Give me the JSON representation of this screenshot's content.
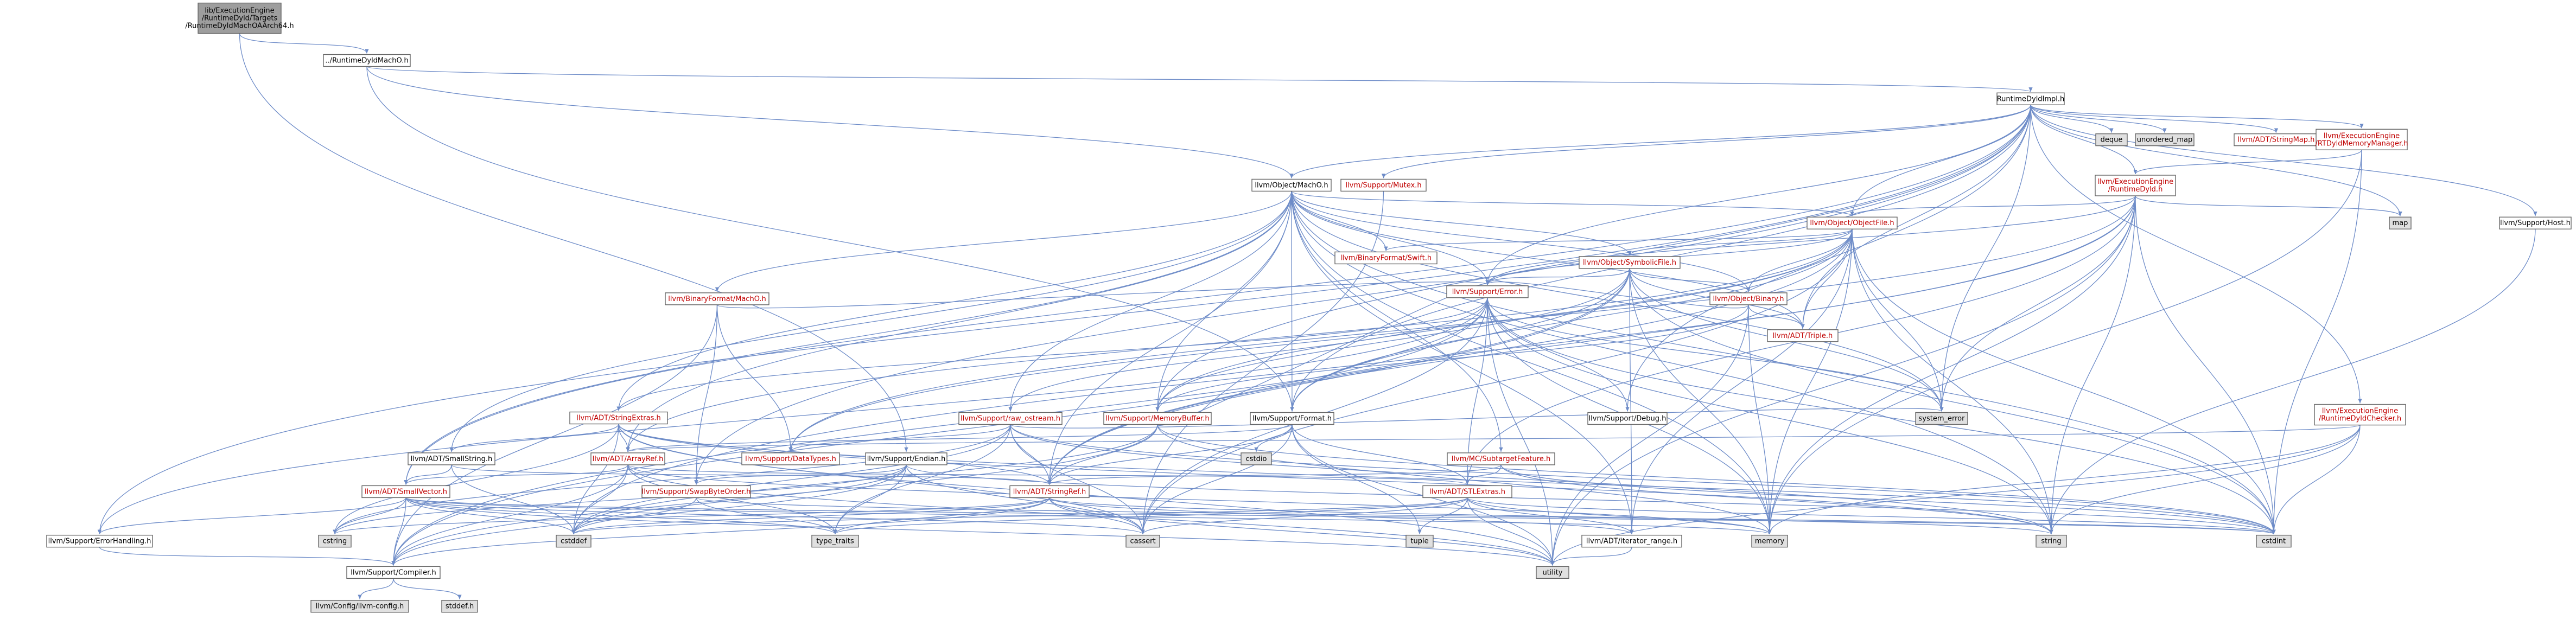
{
  "colors": {
    "edge": "#6e8cc8",
    "node_border": "#666666",
    "fill_root": "#9e9e9e",
    "fill_plain": "#ffffff",
    "fill_system": "#e0e0e0",
    "text_plain": "#000000",
    "text_red": "#c00000"
  },
  "nodes": [
    {
      "id": "root",
      "label": "lib/ExecutionEngine\n/RuntimeDyld/Targets\n/RuntimeDyldMachOAArch64.h",
      "kind": "root"
    },
    {
      "id": "rdmacho",
      "label": "../RuntimeDyldMachO.h",
      "kind": "plain"
    },
    {
      "id": "rdimpl",
      "label": "RuntimeDyldImpl.h",
      "kind": "plain"
    },
    {
      "id": "deque",
      "label": "deque",
      "kind": "system"
    },
    {
      "id": "unordered_map",
      "label": "unordered_map",
      "kind": "system"
    },
    {
      "id": "stringmap",
      "label": "llvm/ADT/StringMap.h",
      "kind": "link"
    },
    {
      "id": "rtdyldmm",
      "label": "llvm/ExecutionEngine\n/RTDyldMemoryManager.h",
      "kind": "link"
    },
    {
      "id": "host",
      "label": "llvm/Support/Host.h",
      "kind": "plain"
    },
    {
      "id": "objmacho",
      "label": "llvm/Object/MachO.h",
      "kind": "plain"
    },
    {
      "id": "mutex",
      "label": "llvm/Support/Mutex.h",
      "kind": "link"
    },
    {
      "id": "rtdyld",
      "label": "llvm/ExecutionEngine\n/RuntimeDyld.h",
      "kind": "link"
    },
    {
      "id": "map",
      "label": "map",
      "kind": "system"
    },
    {
      "id": "objfile",
      "label": "llvm/Object/ObjectFile.h",
      "kind": "link"
    },
    {
      "id": "swift",
      "label": "llvm/BinaryFormat/Swift.h",
      "kind": "link"
    },
    {
      "id": "symfile",
      "label": "llvm/Object/SymbolicFile.h",
      "kind": "link"
    },
    {
      "id": "binfmtmacho",
      "label": "llvm/BinaryFormat/MachO.h",
      "kind": "link"
    },
    {
      "id": "binary",
      "label": "llvm/Object/Binary.h",
      "kind": "link"
    },
    {
      "id": "triple",
      "label": "llvm/ADT/Triple.h",
      "kind": "link"
    },
    {
      "id": "error",
      "label": "llvm/Support/Error.h",
      "kind": "link"
    },
    {
      "id": "checker",
      "label": "llvm/ExecutionEngine\n/RuntimeDyldChecker.h",
      "kind": "link"
    },
    {
      "id": "strext",
      "label": "llvm/ADT/StringExtras.h",
      "kind": "link"
    },
    {
      "id": "rawostream",
      "label": "llvm/Support/raw_ostream.h",
      "kind": "link"
    },
    {
      "id": "membuf",
      "label": "llvm/Support/MemoryBuffer.h",
      "kind": "link"
    },
    {
      "id": "format",
      "label": "llvm/Support/Format.h",
      "kind": "plain"
    },
    {
      "id": "debug",
      "label": "llvm/Support/Debug.h",
      "kind": "plain"
    },
    {
      "id": "system_error",
      "label": "system_error",
      "kind": "system"
    },
    {
      "id": "smallstring",
      "label": "llvm/ADT/SmallString.h",
      "kind": "plain"
    },
    {
      "id": "arrayref",
      "label": "llvm/ADT/ArrayRef.h",
      "kind": "link"
    },
    {
      "id": "datatypes",
      "label": "llvm/Support/DataTypes.h",
      "kind": "link"
    },
    {
      "id": "endian",
      "label": "llvm/Support/Endian.h",
      "kind": "plain"
    },
    {
      "id": "cstdio",
      "label": "cstdio",
      "kind": "system"
    },
    {
      "id": "subtarget",
      "label": "llvm/MC/SubtargetFeature.h",
      "kind": "link"
    },
    {
      "id": "smallvector",
      "label": "llvm/ADT/SmallVector.h",
      "kind": "link"
    },
    {
      "id": "swapbyte",
      "label": "llvm/Support/SwapByteOrder.h",
      "kind": "link"
    },
    {
      "id": "stringref",
      "label": "llvm/ADT/StringRef.h",
      "kind": "link"
    },
    {
      "id": "stlextras",
      "label": "llvm/ADT/STLExtras.h",
      "kind": "link"
    },
    {
      "id": "errhandling",
      "label": "llvm/Support/ErrorHandling.h",
      "kind": "plain"
    },
    {
      "id": "cstring",
      "label": "cstring",
      "kind": "system"
    },
    {
      "id": "cstddef",
      "label": "cstddef",
      "kind": "system"
    },
    {
      "id": "type_traits",
      "label": "type_traits",
      "kind": "system"
    },
    {
      "id": "cassert",
      "label": "cassert",
      "kind": "system"
    },
    {
      "id": "tuple",
      "label": "tuple",
      "kind": "system"
    },
    {
      "id": "iterrange",
      "label": "llvm/ADT/iterator_range.h",
      "kind": "plain"
    },
    {
      "id": "memory",
      "label": "memory",
      "kind": "system"
    },
    {
      "id": "string",
      "label": "string",
      "kind": "system"
    },
    {
      "id": "cstdint",
      "label": "cstdint",
      "kind": "system"
    },
    {
      "id": "compiler",
      "label": "llvm/Support/Compiler.h",
      "kind": "plain"
    },
    {
      "id": "utility",
      "label": "utility",
      "kind": "system"
    },
    {
      "id": "llvmconfig",
      "label": "llvm/Config/llvm-config.h",
      "kind": "system"
    },
    {
      "id": "stddef",
      "label": "stddef.h",
      "kind": "system"
    }
  ],
  "edges": [
    [
      "root",
      "rdmacho"
    ],
    [
      "root",
      "endian"
    ],
    [
      "rdmacho",
      "rdimpl"
    ],
    [
      "rdmacho",
      "objmacho"
    ],
    [
      "rdmacho",
      "format"
    ],
    [
      "rdimpl",
      "deque"
    ],
    [
      "rdimpl",
      "unordered_map"
    ],
    [
      "rdimpl",
      "stringmap"
    ],
    [
      "rdimpl",
      "rtdyldmm"
    ],
    [
      "rdimpl",
      "host"
    ],
    [
      "rdimpl",
      "mutex"
    ],
    [
      "rdimpl",
      "rtdyld"
    ],
    [
      "rdimpl",
      "map"
    ],
    [
      "rdimpl",
      "objfile"
    ],
    [
      "rdimpl",
      "triple"
    ],
    [
      "rdimpl",
      "checker"
    ],
    [
      "rdimpl",
      "format"
    ],
    [
      "rdimpl",
      "system_error"
    ],
    [
      "rdimpl",
      "debug"
    ],
    [
      "rdimpl",
      "smallvector"
    ],
    [
      "rdimpl",
      "swapbyte"
    ],
    [
      "rdimpl",
      "errhandling"
    ],
    [
      "rdimpl",
      "membuf"
    ],
    [
      "rdimpl",
      "error"
    ],
    [
      "rdimpl",
      "objmacho"
    ],
    [
      "rtdyldmm",
      "rtdyld"
    ],
    [
      "rtdyldmm",
      "memory"
    ],
    [
      "rtdyldmm",
      "cstdint"
    ],
    [
      "host",
      "string"
    ],
    [
      "objmacho",
      "swift"
    ],
    [
      "objmacho",
      "symfile"
    ],
    [
      "objmacho",
      "binfmtmacho"
    ],
    [
      "objmacho",
      "binary"
    ],
    [
      "objmacho",
      "objfile"
    ],
    [
      "objmacho",
      "triple"
    ],
    [
      "objmacho",
      "error"
    ],
    [
      "objmacho",
      "strext"
    ],
    [
      "objmacho",
      "rawostream"
    ],
    [
      "objmacho",
      "membuf"
    ],
    [
      "objmacho",
      "format"
    ],
    [
      "objmacho",
      "smallstring"
    ],
    [
      "objmacho",
      "arrayref"
    ],
    [
      "objmacho",
      "subtarget"
    ],
    [
      "objmacho",
      "smallvector"
    ],
    [
      "objmacho",
      "stringref"
    ],
    [
      "objmacho",
      "iterrange"
    ],
    [
      "objmacho",
      "memory"
    ],
    [
      "objmacho",
      "system_error"
    ],
    [
      "objmacho",
      "cstdint"
    ],
    [
      "objmacho",
      "string"
    ],
    [
      "mutex",
      "cassert"
    ],
    [
      "rtdyld",
      "map"
    ],
    [
      "rtdyld",
      "objfile"
    ],
    [
      "rtdyld",
      "error"
    ],
    [
      "rtdyld",
      "stringref"
    ],
    [
      "rtdyld",
      "memory"
    ],
    [
      "rtdyld",
      "string"
    ],
    [
      "rtdyld",
      "system_error"
    ],
    [
      "rtdyld",
      "cstdint"
    ],
    [
      "rtdyld",
      "cstddef"
    ],
    [
      "rtdyld",
      "utility"
    ],
    [
      "rtdyld",
      "stlextras"
    ],
    [
      "rtdyld",
      "datatypes"
    ],
    [
      "objfile",
      "swift"
    ],
    [
      "objfile",
      "symfile"
    ],
    [
      "objfile",
      "binary"
    ],
    [
      "objfile",
      "triple"
    ],
    [
      "objfile",
      "error"
    ],
    [
      "objfile",
      "membuf"
    ],
    [
      "objfile",
      "format"
    ],
    [
      "objfile",
      "arrayref"
    ],
    [
      "objfile",
      "stringref"
    ],
    [
      "objfile",
      "iterrange"
    ],
    [
      "objfile",
      "cassert"
    ],
    [
      "objfile",
      "cstdint"
    ],
    [
      "objfile",
      "memory"
    ],
    [
      "objfile",
      "string"
    ],
    [
      "objfile",
      "system_error"
    ],
    [
      "objfile",
      "datatypes"
    ],
    [
      "symfile",
      "binary"
    ],
    [
      "symfile",
      "error"
    ],
    [
      "symfile",
      "format"
    ],
    [
      "symfile",
      "membuf"
    ],
    [
      "symfile",
      "iterrange"
    ],
    [
      "symfile",
      "cinttypes"
    ],
    [
      "symfile",
      "cstdint"
    ],
    [
      "symfile",
      "memory"
    ],
    [
      "symfile",
      "system_error"
    ],
    [
      "symfile",
      "stringref"
    ],
    [
      "symfile",
      "triple"
    ],
    [
      "symfile",
      "compiler"
    ],
    [
      "binfmtmacho",
      "error"
    ],
    [
      "binfmtmacho",
      "datatypes"
    ],
    [
      "binfmtmacho",
      "swapbyte"
    ],
    [
      "binfmtmacho",
      "compiler"
    ],
    [
      "binary",
      "triple"
    ],
    [
      "binary",
      "error"
    ],
    [
      "binary",
      "membuf"
    ],
    [
      "binary",
      "utility"
    ],
    [
      "binary",
      "memory"
    ],
    [
      "error",
      "strext"
    ],
    [
      "error",
      "errhandling"
    ],
    [
      "error",
      "format"
    ],
    [
      "error",
      "debug"
    ],
    [
      "error",
      "rawostream"
    ],
    [
      "error",
      "system_error"
    ],
    [
      "error",
      "stlextras"
    ],
    [
      "error",
      "twine"
    ],
    [
      "error",
      "compiler"
    ],
    [
      "error",
      "memory"
    ],
    [
      "error",
      "string"
    ],
    [
      "error",
      "cassert"
    ],
    [
      "error",
      "cstdint"
    ],
    [
      "error",
      "utility"
    ],
    [
      "checker",
      "arrayref"
    ],
    [
      "checker",
      "optional"
    ],
    [
      "checker",
      "cstdint"
    ],
    [
      "checker",
      "memory"
    ],
    [
      "checker",
      "string"
    ],
    [
      "checker",
      "utility"
    ],
    [
      "strext",
      "arrayref"
    ],
    [
      "strext",
      "smallstring"
    ],
    [
      "strext",
      "stringref"
    ],
    [
      "strext",
      "twine"
    ],
    [
      "strext",
      "cassert"
    ],
    [
      "strext",
      "cstddef"
    ],
    [
      "strext",
      "cstdint"
    ],
    [
      "strext",
      "cstdlib"
    ],
    [
      "strext",
      "cstring"
    ],
    [
      "strext",
      "iterator"
    ],
    [
      "strext",
      "string"
    ],
    [
      "strext",
      "utility"
    ],
    [
      "rawostream",
      "stringref"
    ],
    [
      "rawostream",
      "datatypes"
    ],
    [
      "rawostream",
      "cassert"
    ],
    [
      "rawostream",
      "cstddef"
    ],
    [
      "rawostream",
      "cstdint"
    ],
    [
      "rawostream",
      "cstring"
    ],
    [
      "rawostream",
      "string"
    ],
    [
      "rawostream",
      "system_error"
    ],
    [
      "rawostream",
      "type_traits"
    ],
    [
      "membuf",
      "stringref"
    ],
    [
      "membuf",
      "compiler"
    ],
    [
      "membuf",
      "error"
    ],
    [
      "membuf",
      "memory"
    ],
    [
      "membuf",
      "cstddef"
    ],
    [
      "membuf",
      "cstdint"
    ],
    [
      "format",
      "arrayref"
    ],
    [
      "format",
      "stringref"
    ],
    [
      "format",
      "cassert"
    ],
    [
      "format",
      "cstdio"
    ],
    [
      "format",
      "tuple"
    ],
    [
      "format",
      "utility"
    ],
    [
      "format",
      "stlextras"
    ],
    [
      "smallstring",
      "smallvector"
    ],
    [
      "smallstring",
      "stringref"
    ],
    [
      "smallstring",
      "cstddef"
    ],
    [
      "arrayref",
      "smallvector"
    ],
    [
      "arrayref",
      "stlextras"
    ],
    [
      "arrayref",
      "compiler"
    ],
    [
      "arrayref",
      "cstddef"
    ],
    [
      "arrayref",
      "memory"
    ],
    [
      "arrayref",
      "type_traits"
    ],
    [
      "arrayref",
      "utility"
    ],
    [
      "endian",
      "compiler"
    ],
    [
      "endian",
      "swapbyte"
    ],
    [
      "endian",
      "cassert"
    ],
    [
      "endian",
      "cstddef"
    ],
    [
      "endian",
      "cstdint"
    ],
    [
      "endian",
      "cstring"
    ],
    [
      "endian",
      "type_traits"
    ],
    [
      "subtarget",
      "stringref"
    ],
    [
      "subtarget",
      "stlextras"
    ],
    [
      "subtarget",
      "string"
    ],
    [
      "subtarget",
      "vector"
    ],
    [
      "subtarget",
      "cstdint"
    ],
    [
      "smallvector",
      "compiler"
    ],
    [
      "smallvector",
      "type_traits"
    ],
    [
      "smallvector",
      "cassert"
    ],
    [
      "smallvector",
      "cstddef"
    ],
    [
      "smallvector",
      "cstring"
    ],
    [
      "smallvector",
      "memory"
    ],
    [
      "smallvector",
      "utility"
    ],
    [
      "smallvector",
      "cstdint"
    ],
    [
      "smallvector",
      "errhandling"
    ],
    [
      "swapbyte",
      "cstddef"
    ],
    [
      "swapbyte",
      "cstdint"
    ],
    [
      "swapbyte",
      "type_traits"
    ],
    [
      "stringref",
      "compiler"
    ],
    [
      "stringref",
      "iterrange"
    ],
    [
      "stringref",
      "cassert"
    ],
    [
      "stringref",
      "cstddef"
    ],
    [
      "stringref",
      "cstring"
    ],
    [
      "stringref",
      "string"
    ],
    [
      "stringref",
      "type_traits"
    ],
    [
      "stringref",
      "utility"
    ],
    [
      "stlextras",
      "iterrange"
    ],
    [
      "stlextras",
      "cassert"
    ],
    [
      "stlextras",
      "cstddef"
    ],
    [
      "stlextras",
      "cstdint"
    ],
    [
      "stlextras",
      "memory"
    ],
    [
      "stlextras",
      "tuple"
    ],
    [
      "stlextras",
      "type_traits"
    ],
    [
      "stlextras",
      "utility"
    ],
    [
      "errhandling",
      "compiler"
    ],
    [
      "iterrange",
      "utility"
    ],
    [
      "compiler",
      "llvmconfig"
    ],
    [
      "compiler",
      "stddef"
    ]
  ]
}
